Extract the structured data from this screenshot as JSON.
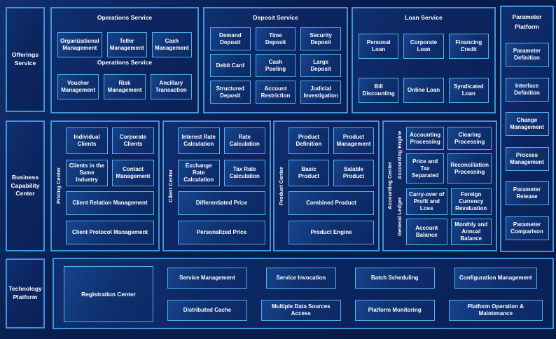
{
  "left_rail": {
    "offerings": "Offerings Service",
    "business": "Business Capability Center",
    "technology": "Technology Platform"
  },
  "operations": {
    "title": "Operations Service",
    "mid_label": "Operations Service",
    "row1": [
      "Organizational Management",
      "Teller Management",
      "Cash Management"
    ],
    "row2": [
      "Voucher Management",
      "Risk Management",
      "Ancillary Transaction"
    ]
  },
  "deposit": {
    "title": "Deposit Service",
    "cells": [
      "Demand Deposit",
      "Time Deposit",
      "Security Deposit",
      "Debit Card",
      "Cash Pooling",
      "Large Deposit",
      "Structured Deposit",
      "Account Restriction",
      "Judicial Investigation"
    ]
  },
  "loan": {
    "title": "Loan Service",
    "cells": [
      "Personal Loan",
      "Corporate Loan",
      "Financing Credit",
      "Bill Discounting",
      "Online Loan",
      "Syndicated Loan"
    ]
  },
  "parameter_platform": {
    "title": "Parameter Platform",
    "items": [
      "Parameter Definition",
      "Interface Definition",
      "Change Management",
      "Process Management",
      "Parameter Release",
      "Parameter Comparison"
    ]
  },
  "pricing_center": {
    "label": "Pricing Center",
    "cells": [
      "Individual Clients",
      "Corporate Clients",
      "Clients in the Same Industry",
      "Contact Management"
    ],
    "wide": [
      "Client Relation Management",
      "Client Protocol Management"
    ]
  },
  "client_center": {
    "label": "Client Center",
    "cells": [
      "Interest Rate Calculation",
      "Rate Calculation",
      "Exchange Rate Calculation",
      "Tax Rate Calculation"
    ],
    "wide": [
      "Differentiated Price",
      "Personalized Price"
    ]
  },
  "product_center": {
    "label": "Product Center",
    "cells": [
      "Product Definition",
      "Product Management",
      "Basic Product",
      "Salable Product"
    ],
    "wide": [
      "Combined Product",
      "Product Engine"
    ]
  },
  "accounting_center": {
    "label": "Accounting Center",
    "engine": {
      "label": "Accounting Engine",
      "cells": [
        "Accounting Processing",
        "Clearing Processing",
        "Price and Tax Separated",
        "Reconciliation Processing"
      ]
    },
    "ledger": {
      "label": "General Ledger",
      "cells": [
        "Carry-over of Profit and Loss",
        "Foreign Currency Revaluation",
        "Account Balance",
        "Monthly and Annual Balance"
      ]
    }
  },
  "technology": {
    "registration": "Registration Center",
    "cols": [
      [
        "Service Management",
        "Distributed Cache"
      ],
      [
        "Service Invocation",
        "Multiple Data Sources Access"
      ],
      [
        "Batch Scheduling",
        "Platform Monitoring"
      ],
      [
        "Configuration Management",
        "Platform Operation & Maintenance"
      ]
    ]
  }
}
